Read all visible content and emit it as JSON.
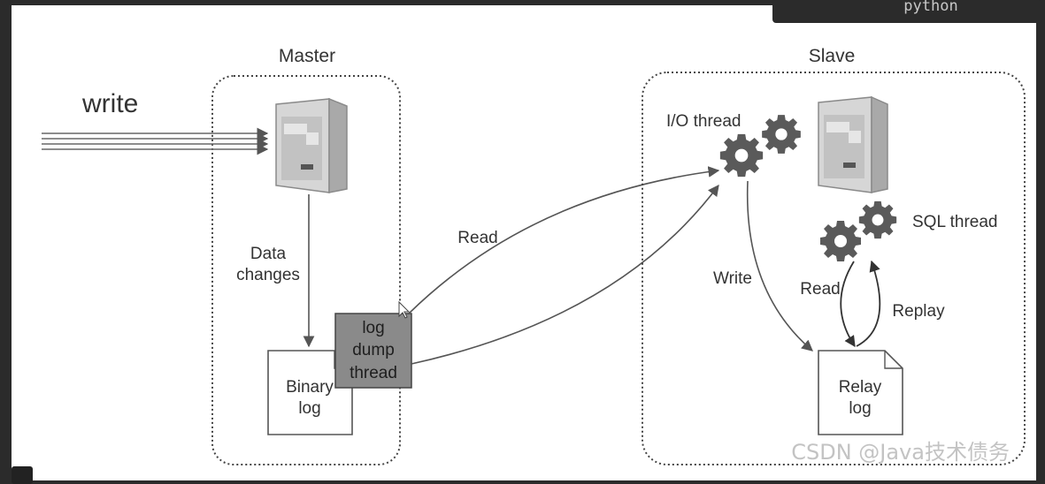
{
  "header": {
    "language_tag": "python"
  },
  "diagram": {
    "master": {
      "title": "Master",
      "write_label": "write",
      "data_changes_line1": "Data",
      "data_changes_line2": "changes",
      "binary_log_line1": "Binary",
      "binary_log_line2": "log",
      "dump_thread_line1": "log",
      "dump_thread_line2": "dump",
      "dump_thread_line3": "thread"
    },
    "slave": {
      "title": "Slave",
      "io_thread_label": "I/O thread",
      "sql_thread_label": "SQL thread",
      "relay_log_line1": "Relay",
      "relay_log_line2": "log",
      "write_label": "Write",
      "read_label": "Read",
      "replay_label": "Replay"
    },
    "read_arrow_label": "Read"
  },
  "watermark": {
    "text": "CSDN @Java技术债务"
  },
  "colors": {
    "background": "#ffffff",
    "frame": "#2b2b2b",
    "stroke": "#555555",
    "text": "#333333",
    "dump_box_fill": "#8a8a8a",
    "server_front": "#d4d4d4",
    "gear_fill": "#5a5a5a"
  }
}
